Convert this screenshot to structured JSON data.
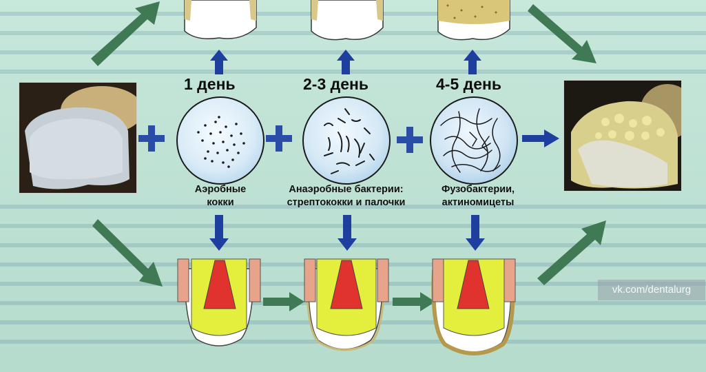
{
  "stages": [
    {
      "day": "1 день",
      "caption_line1": "Аэробные",
      "caption_line2": "кокки"
    },
    {
      "day": "2-3 день",
      "caption_line1": "Анаэробные бактерии:",
      "caption_line2": "стрептококки и палочки"
    },
    {
      "day": "4-5 день",
      "caption_line1": "Фузобактерии,",
      "caption_line2": "актиномицеты"
    }
  ],
  "watermark": "vk.com/dentalurg",
  "colors": {
    "arrow_blue": "#1f3f9e",
    "arrow_green": "#3f7a55",
    "plus_blue": "#2a4da8",
    "tooth_yellow": "#e3ef3c",
    "pulp_red": "#e0332e",
    "gum_pink": "#e8a48a"
  }
}
